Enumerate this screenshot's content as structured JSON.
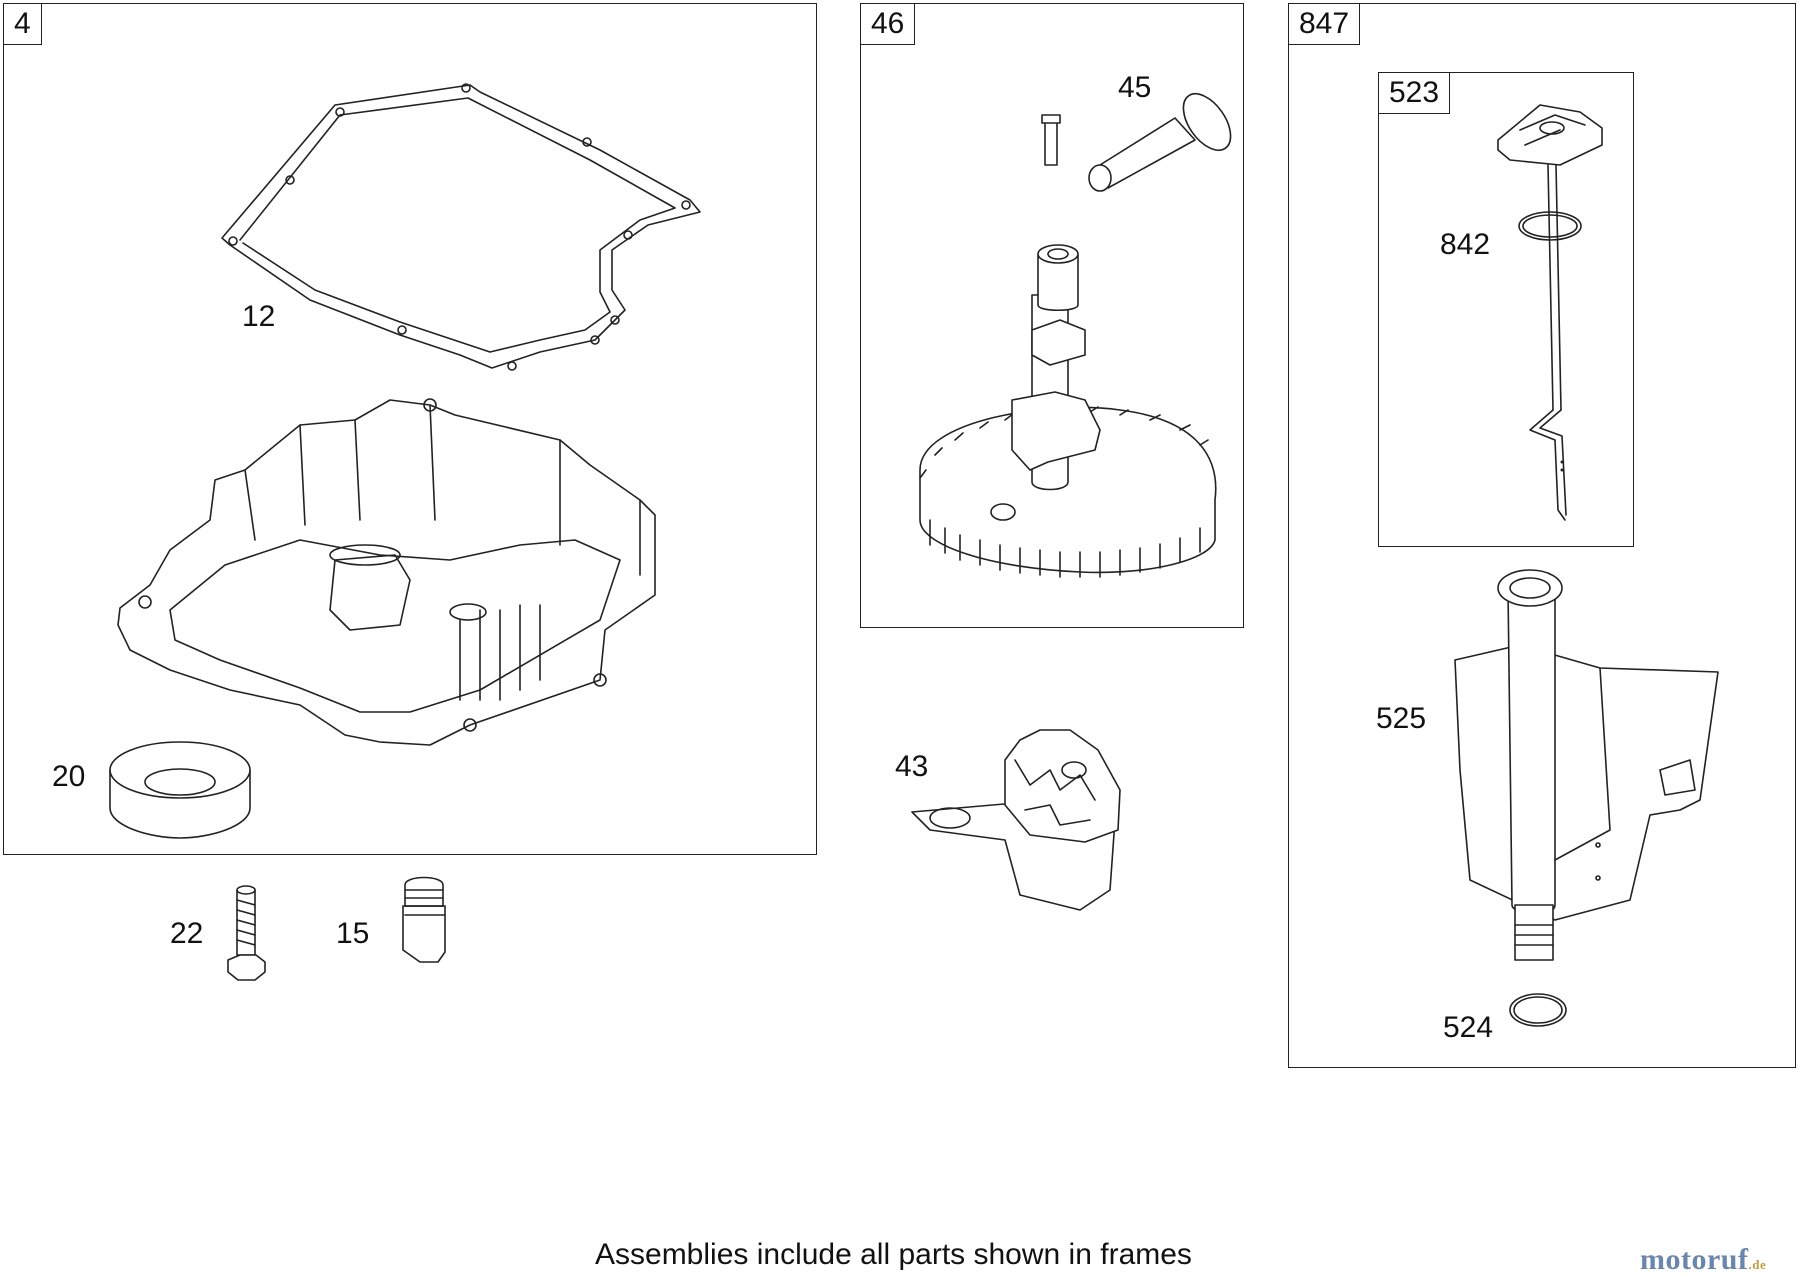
{
  "frames": {
    "sump": {
      "tag": "4"
    },
    "cam": {
      "tag": "46"
    },
    "dipstick_assembly": {
      "tag": "847"
    },
    "dipstick": {
      "tag": "523"
    }
  },
  "parts": {
    "gasket": "12",
    "sump_base": "",
    "seal": "20",
    "bolt": "22",
    "plug": "15",
    "tappet": "45",
    "governor": "43",
    "o_ring_upper": "842",
    "tube": "525",
    "o_ring_lower": "524"
  },
  "footer": "Assemblies include all parts shown in frames",
  "brand": {
    "name": "motoruf",
    "tld": ".de"
  }
}
